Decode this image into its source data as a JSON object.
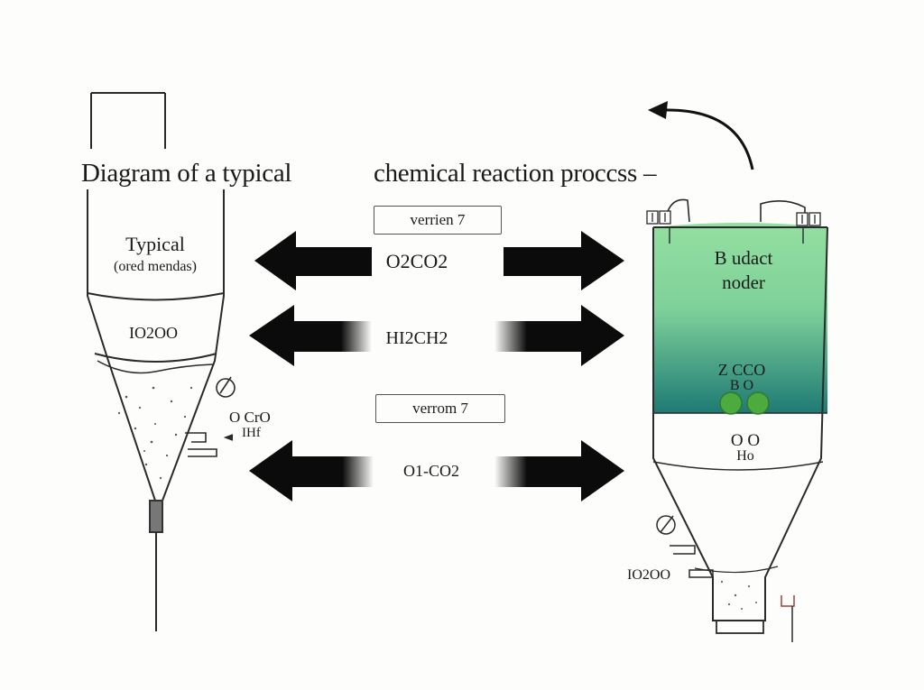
{
  "title": {
    "part1": "Diagram of a typical",
    "part2": "chemical reaction proccss –"
  },
  "version_labels": [
    "verrien 7",
    "verrom 7"
  ],
  "arrow_labels": [
    "O2CO2",
    "HI2CH2",
    "O1-CO2"
  ],
  "left_vessel": {
    "label_top": "Typical",
    "label_sub": "(ored mendas)",
    "band_label": "IO2OO",
    "side_label_1": "O CrO",
    "side_label_2": "IHf"
  },
  "right_vessel": {
    "label_top": "B udact",
    "label_sub": "noder",
    "chem_1": "Z CCO",
    "chem_2": "B O",
    "lower_label_1": "O O",
    "lower_label_2": "Ho",
    "side_label": "IO2OO"
  },
  "colors": {
    "arrow": "#0b0b0b",
    "green_top": "#8fdd9c",
    "green_bottom": "#1f7f77",
    "bubble": "#4caa3f",
    "outline": "#2a2a2a"
  }
}
